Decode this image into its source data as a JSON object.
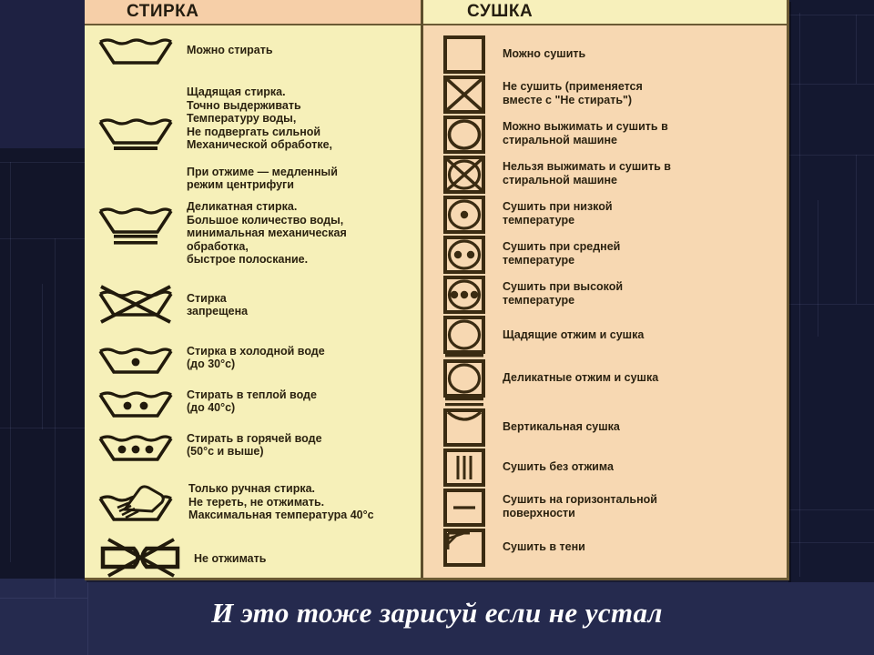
{
  "colors": {
    "slide_background": "#111428",
    "wash_header_bg": "#f6cfa8",
    "wash_body_bg": "#f6f0b9",
    "dry_header_bg": "#f7f0bb",
    "dry_body_bg": "#f7d8b2",
    "ink": "#241d10",
    "border": "#6b5a34",
    "caption_text": "#ffffff"
  },
  "columns": {
    "wash": {
      "header": "СТИРКА",
      "items": [
        {
          "icon": "wash-basin-icon",
          "label": "Можно стирать"
        },
        {
          "icon": "wash-basin-one-bar-icon",
          "label": "Щадящая стирка.\nТочно выдерживать\nТемпературу воды,\nНе подвергать сильной\nМеханической обработке,\n\nПри отжиме — медленный\nрежим центрифуги"
        },
        {
          "icon": "wash-basin-two-bars-icon",
          "label": "Деликатная стирка.\nБольшое количество воды,\nминимальная механическая\nобработка,\nбыстрое полоскание."
        },
        {
          "icon": "wash-basin-crossed-icon",
          "label": "Стирка\nзапрещена"
        },
        {
          "icon": "wash-basin-one-dot-icon",
          "label": "Стирка в холодной воде\n(до 30°с)"
        },
        {
          "icon": "wash-basin-two-dots-icon",
          "label": "Стирать в теплой воде\n(до 40°с)"
        },
        {
          "icon": "wash-basin-three-dots-icon",
          "label": "Стирать в горячей воде\n(50°с и выше)"
        },
        {
          "icon": "hand-wash-icon",
          "label": "Только ручная стирка.\nНе тереть, не отжимать.\nМаксимальная температура 40°с"
        },
        {
          "icon": "no-wring-icon",
          "label": "Не отжимать"
        }
      ]
    },
    "dry": {
      "header": "СУШКА",
      "items": [
        {
          "icon": "square-icon",
          "label": "Можно сушить"
        },
        {
          "icon": "square-crossed-icon",
          "label": "Не сушить (применяется\nвместе с \"Не стирать\")"
        },
        {
          "icon": "tumble-dry-icon",
          "label": "Можно выжимать и сушить в\nстиральной машине"
        },
        {
          "icon": "tumble-dry-crossed-icon",
          "label": "Нельзя выжимать и сушить в\nстиральной машине"
        },
        {
          "icon": "tumble-dry-one-dot-icon",
          "label": "Сушить при низкой\nтемпературе"
        },
        {
          "icon": "tumble-dry-two-dots-icon",
          "label": "Сушить при средней\nтемпературе"
        },
        {
          "icon": "tumble-dry-three-dots-icon",
          "label": "Сушить при высокой\nтемпературе"
        },
        {
          "icon": "tumble-dry-one-bar-icon",
          "label": "Щадящие отжим и сушка"
        },
        {
          "icon": "tumble-dry-two-bars-icon",
          "label": "Деликатные отжим и сушка"
        },
        {
          "icon": "drip-dry-icon",
          "label": "Вертикальная сушка"
        },
        {
          "icon": "drip-dry-lines-icon",
          "label": "Сушить без отжима"
        },
        {
          "icon": "flat-dry-icon",
          "label": "Сушить на горизонтальной\nповерхности"
        },
        {
          "icon": "dry-in-shade-icon",
          "label": "Сушить в тени"
        }
      ]
    }
  },
  "caption": "И это тоже зарисуй если не устал"
}
